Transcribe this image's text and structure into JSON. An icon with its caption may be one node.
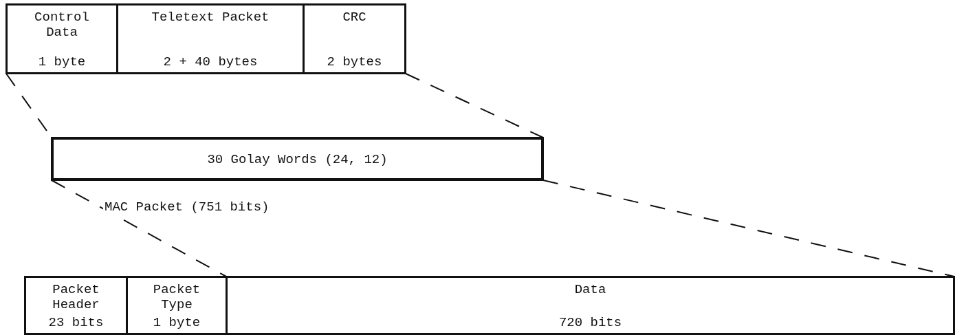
{
  "diagram": {
    "nodes": [
      {
        "text": [
          "Control Data",
          "1 byte"
        ]
      },
      {
        "text": [
          "Teletext Packet",
          "2 + 40 bytes"
        ]
      },
      {
        "text": [
          "CRC",
          "2 bytes"
        ]
      },
      {
        "text": [
          "30 Golay Words (24, 12)"
        ]
      },
      {
        "text": [
          "Packet Header",
          "23 bits"
        ]
      },
      {
        "text": [
          "Packet Type",
          "1 byte"
        ]
      },
      {
        "text": [
          "Data",
          "720 bits"
        ]
      }
    ],
    "edges": [
      {
        "from": 0,
        "to": 3,
        "arrow": "none",
        "style": "dashed"
      },
      {
        "from": 2,
        "to": 3,
        "arrow": "none",
        "style": "dashed"
      },
      {
        "from": 3,
        "to": 6,
        "arrow": "none",
        "style": "dashed"
      },
      {
        "from": 3,
        "to": 6,
        "arrow": "none",
        "style": "dashed"
      }
    ],
    "labels": [
      "MAC Packet (751 bits)"
    ]
  }
}
